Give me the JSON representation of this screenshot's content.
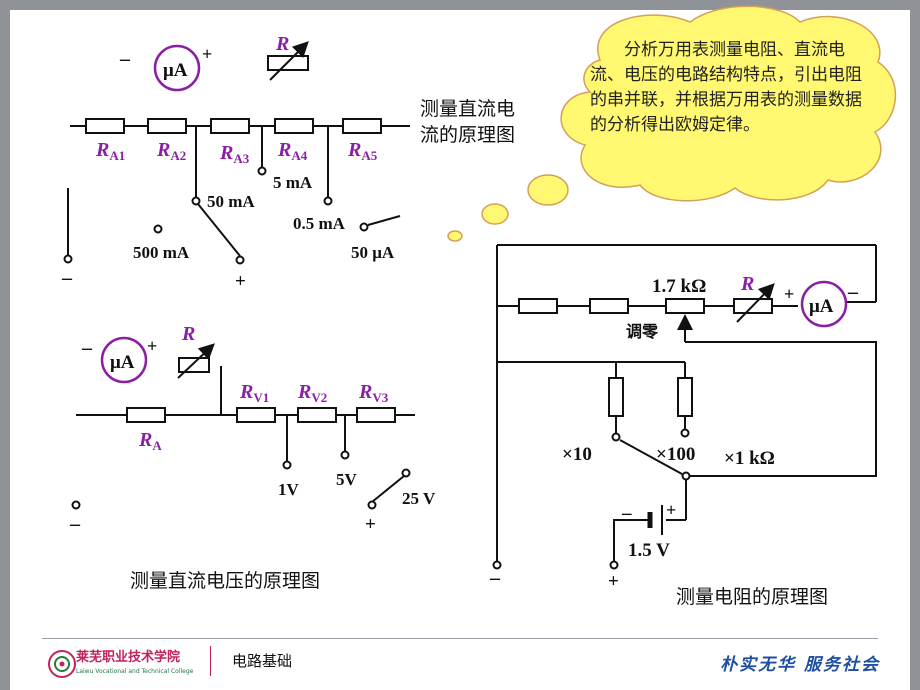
{
  "cloud_text": "分析万用表测量电阻、直流电流、电压的电路结构特点，引出电阻的串并联，并根据万用表的测量数据的分析得出欧姆定律。",
  "current": {
    "meter": "μA",
    "minus": "–",
    "plus": "+",
    "rheostat": "R",
    "resistors": [
      "R",
      "R",
      "R",
      "R",
      "R"
    ],
    "subs": [
      "A1",
      "A2",
      "A3",
      "A4",
      "A5"
    ],
    "ranges": [
      "50 mA",
      "5 mA",
      "0.5 mA",
      "500 mA",
      "50 μA"
    ],
    "term_minus": "–",
    "term_plus": "+",
    "caption_line1": "测量直流电",
    "caption_line2": "流的原理图"
  },
  "voltage": {
    "meter": "μA",
    "minus": "–",
    "plus": "+",
    "rheostat": "R",
    "ra": "R",
    "ra_sub": "A",
    "resistors": [
      "R",
      "R",
      "R"
    ],
    "subs": [
      "V1",
      "V2",
      "V3"
    ],
    "ranges": [
      "1V",
      "5V",
      "25 V"
    ],
    "term_minus": "–",
    "term_plus": "+",
    "caption": "测量直流电压的原理图"
  },
  "ohm": {
    "pot_value": "1.7 kΩ",
    "rheostat": "R",
    "meter": "μA",
    "plus": "+",
    "minus": "–",
    "zero_adjust": "调零",
    "ranges": [
      "×10",
      "×100",
      "×1 kΩ"
    ],
    "battery_minus": "–",
    "battery_plus": "+",
    "battery": "1.5 V",
    "term_minus": "–",
    "term_plus": "+",
    "caption": "测量电阻的原理图"
  },
  "footer": {
    "school": "莱芜职业技术学院",
    "school_en": "Laiwu Vocational and Technical College",
    "course": "电路基础",
    "motto": "朴实无华 服务社会"
  },
  "colors": {
    "label_purple": "#8a1fa6",
    "meter_ring": "#8a1fa6",
    "cloud_fill": "#fff870",
    "cloud_stroke": "#d4a05a",
    "frame": "#8f9398",
    "motto": "#1f4fa0"
  }
}
